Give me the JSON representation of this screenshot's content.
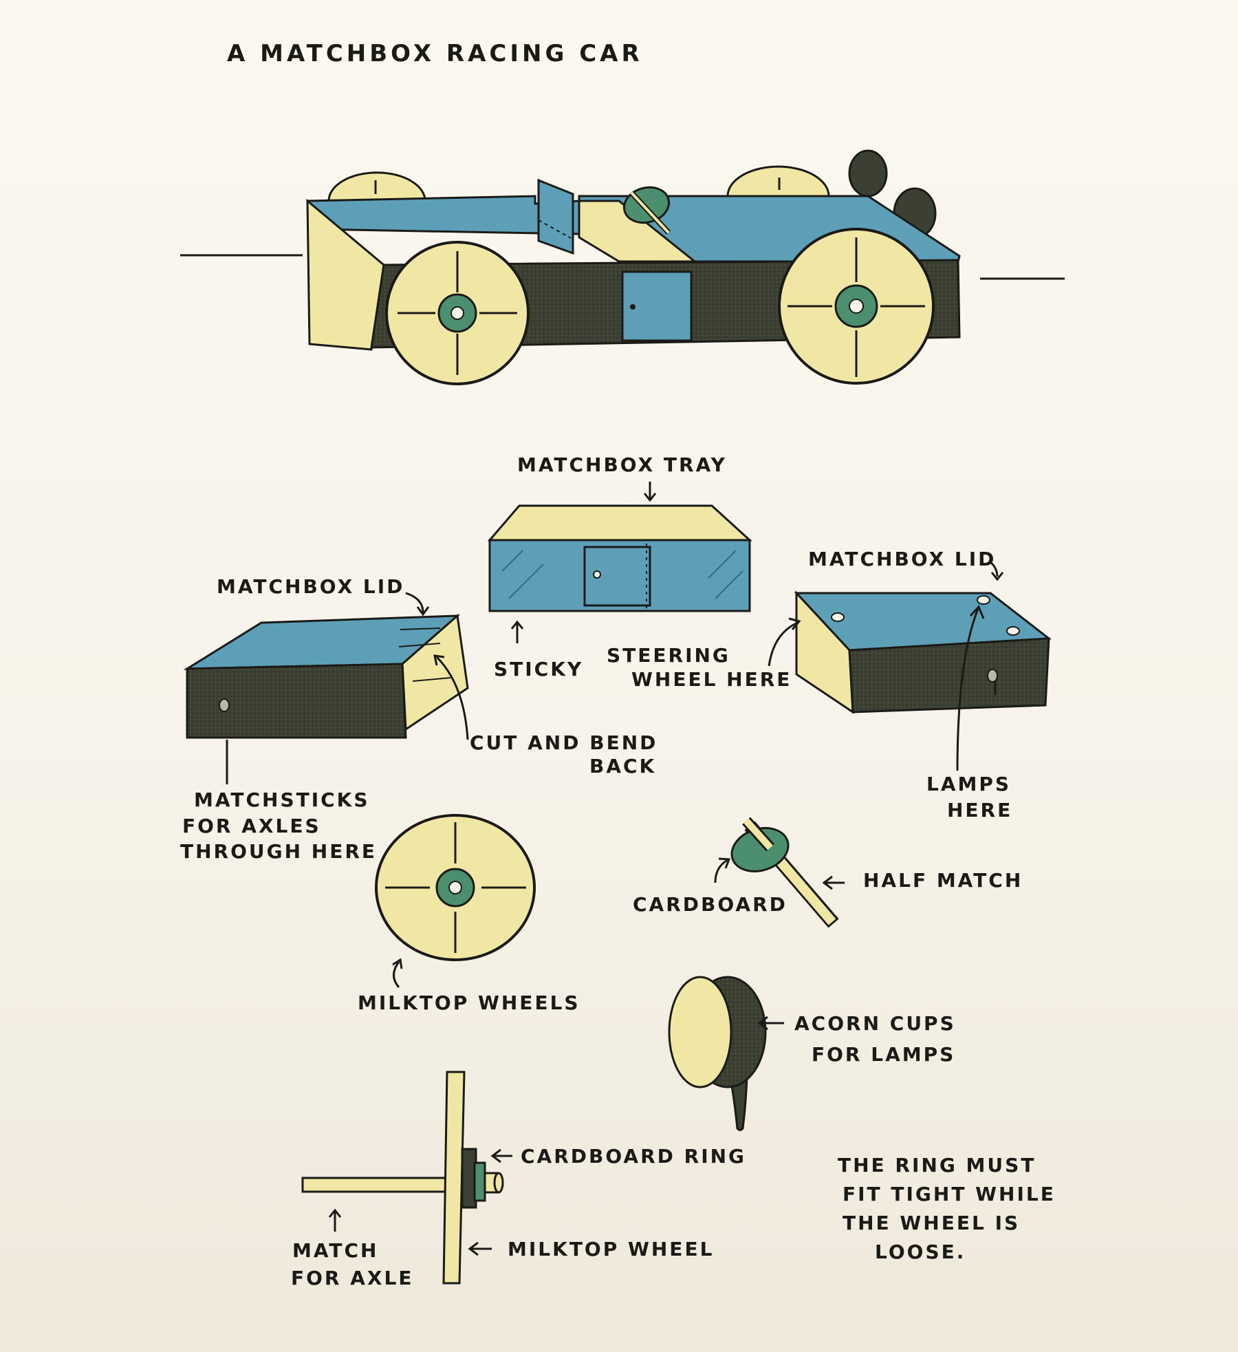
{
  "title": "A MATCHBOX RACING CAR",
  "labels": {
    "matchbox_tray": "MATCHBOX TRAY",
    "matchbox_lid_left": "MATCHBOX LID",
    "matchbox_lid_right": "MATCHBOX LID",
    "sticky": "STICKY",
    "steering_wheel_here_1": "STEERING",
    "steering_wheel_here_2": "WHEEL HERE",
    "cut_and_bend_1": "CUT AND BEND",
    "cut_and_bend_2": "BACK",
    "lamps_here_1": "LAMPS",
    "lamps_here_2": "HERE",
    "matchsticks_1": "MATCHSTICKS",
    "matchsticks_2": "FOR AXLES",
    "matchsticks_3": "THROUGH HERE",
    "cardboard": "CARDBOARD",
    "half_match": "HALF MATCH",
    "milktop_wheels": "MILKTOP WHEELS",
    "acorn_cups_1": "ACORN CUPS",
    "acorn_cups_2": "FOR LAMPS",
    "cardboard_ring": "CARDBOARD RING",
    "match_for_axle_1": "MATCH",
    "match_for_axle_2": "FOR AXLE",
    "milktop_wheel": "MILKTOP WHEEL",
    "note_1": "THE RING MUST",
    "note_2": "FIT TIGHT WHILE",
    "note_3": "THE WHEEL IS",
    "note_4": "LOOSE."
  },
  "colors": {
    "cream": "#f1e7a4",
    "blue": "#5e9fb8",
    "dark": "#353a2c",
    "green": "#4b8f6f",
    "ink": "#1a1a17"
  }
}
